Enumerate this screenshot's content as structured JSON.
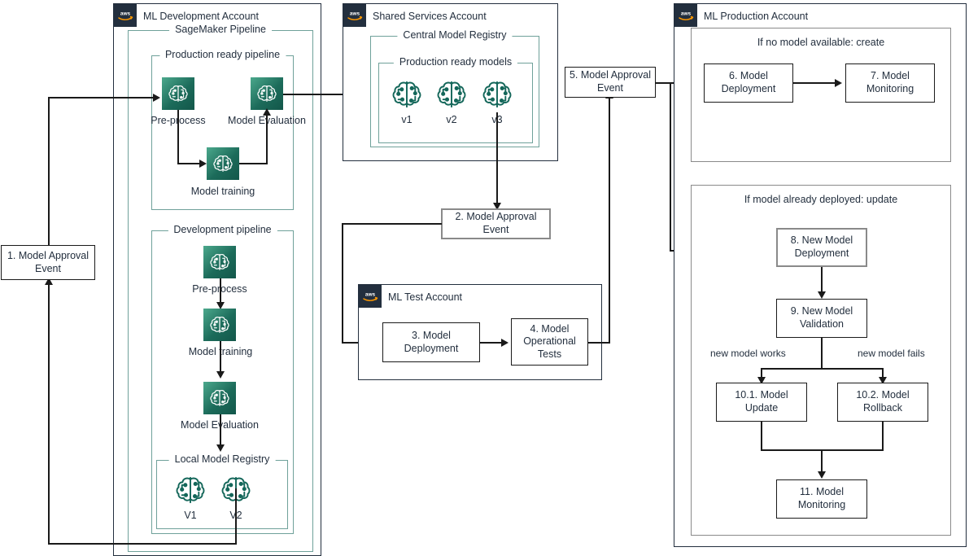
{
  "diagram": {
    "title": "ML Multi-Account MLOps Architecture",
    "colors": {
      "aws_navy": "#232F3E",
      "group_teal": "#6FA19A",
      "icon_teal_dark": "#13574A",
      "icon_teal_light": "#4BA88C",
      "grey_border": "#8a8a8a",
      "black_border": "#1a1a1a"
    }
  },
  "accounts": {
    "dev": {
      "title": "ML Development Account",
      "badge": "aws-logo-icon"
    },
    "shared": {
      "title": "Shared Services Account",
      "badge": "aws-logo-icon"
    },
    "test": {
      "title": "ML Test Account",
      "badge": "aws-logo-icon"
    },
    "prod": {
      "title": "ML Production Account",
      "badge": "aws-logo-icon"
    }
  },
  "groups": {
    "sagemaker_pipeline": "SageMaker Pipeline",
    "production_ready_pipeline": "Production ready pipeline",
    "development_pipeline": "Development pipeline",
    "local_model_registry": "Local Model Registry",
    "central_model_registry": "Central Model Registry",
    "production_ready_models": "Production ready models"
  },
  "frames": {
    "create": "If no model available: create",
    "update": "If model already deployed: update"
  },
  "prod_pipeline_steps": [
    {
      "label": "Pre-process",
      "icon": "sagemaker-brain-icon"
    },
    {
      "label": "Model training",
      "icon": "sagemaker-brain-icon"
    },
    {
      "label": "Model Evaluation",
      "icon": "sagemaker-brain-icon"
    }
  ],
  "dev_pipeline_steps": [
    {
      "label": "Pre-process",
      "icon": "sagemaker-brain-icon"
    },
    {
      "label": "Model training",
      "icon": "sagemaker-brain-icon"
    },
    {
      "label": "Model Evaluation",
      "icon": "sagemaker-brain-icon"
    }
  ],
  "local_models": [
    {
      "label": "V1",
      "icon": "model-brain-icon"
    },
    {
      "label": "V2",
      "icon": "model-brain-icon"
    }
  ],
  "central_models": [
    {
      "label": "v1",
      "icon": "model-brain-icon"
    },
    {
      "label": "v2",
      "icon": "model-brain-icon"
    },
    {
      "label": "v3",
      "icon": "model-brain-icon"
    }
  ],
  "nodes": {
    "n1": "1. Model Approval Event",
    "n2": "2. Model Approval Event",
    "n3": "3. Model Deployment",
    "n4": "4. Model Operational Tests",
    "n5": "5. Model Approval Event",
    "n6": "6. Model Deployment",
    "n7": "7. Model Monitoring",
    "n8": "8. New Model Deployment",
    "n9": "9. New Model Validation",
    "n101": "10.1. Model Update",
    "n102": "10.2. Model Rollback",
    "n11": "11. Model Monitoring"
  },
  "edge_labels": {
    "works": "new model works",
    "fails": "new model fails"
  }
}
